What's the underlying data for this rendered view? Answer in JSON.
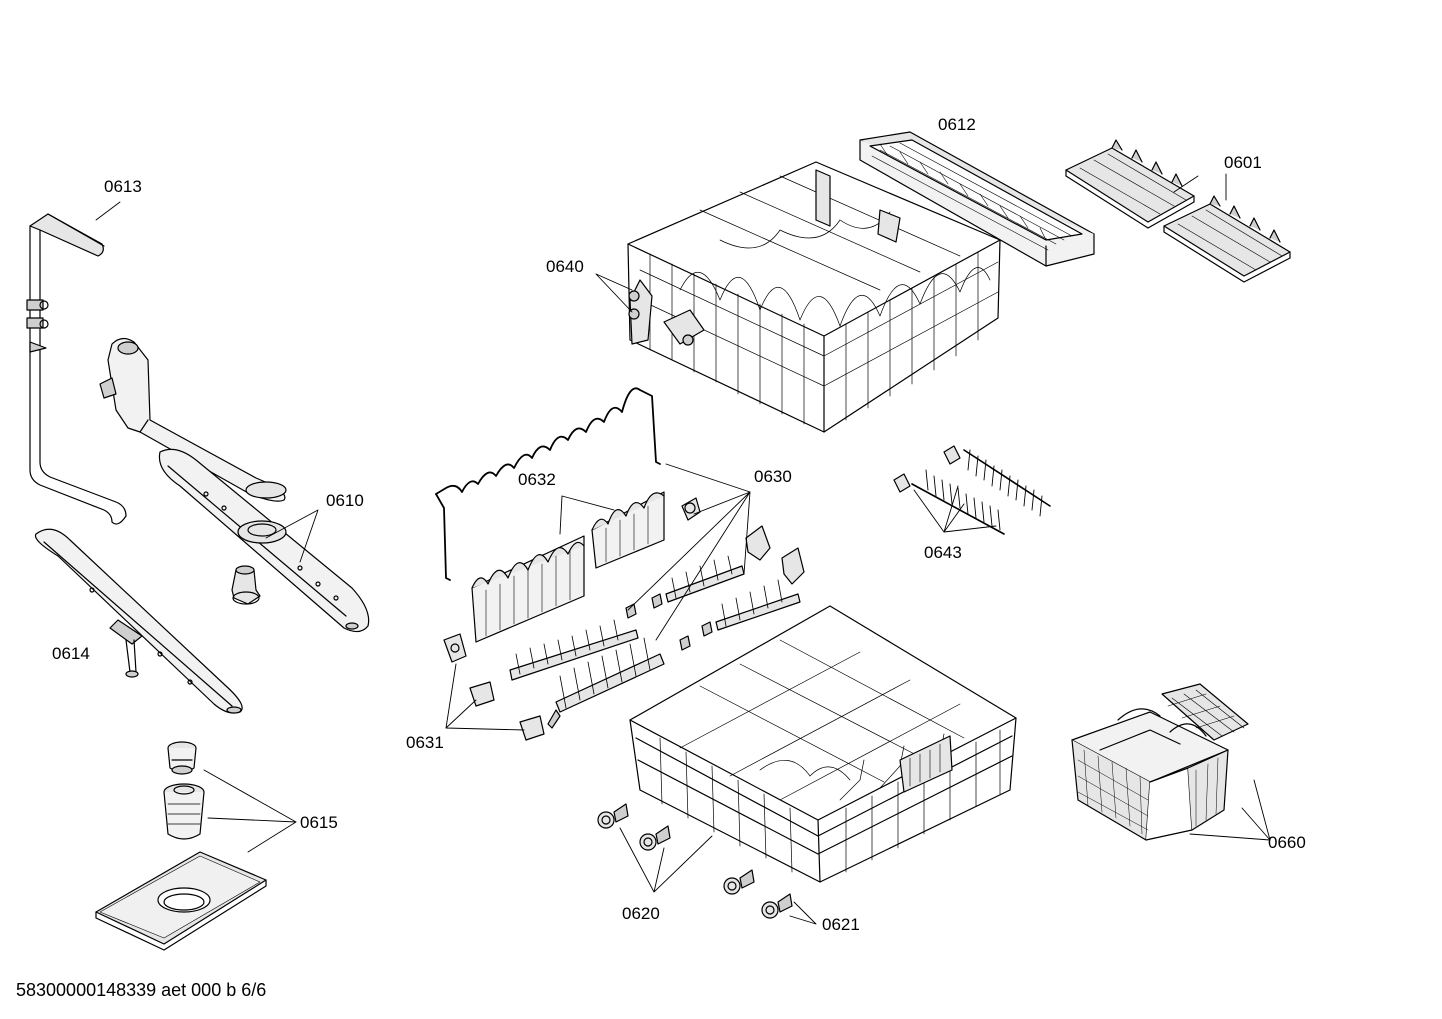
{
  "callouts": {
    "c0613": "0613",
    "c0612": "0612",
    "c0601": "0601",
    "c0640": "0640",
    "c0632": "0632",
    "c0630": "0630",
    "c0610": "0610",
    "c0643": "0643",
    "c0614": "0614",
    "c0631": "0631",
    "c0615": "0615",
    "c0660": "0660",
    "c0620": "0620",
    "c0621": "0621"
  },
  "footer": {
    "doc_id": "58300000148339 aet 000 b 6/6"
  },
  "colors": {
    "line": "#000000",
    "fill_light": "#e6e6e6",
    "fill_mid": "#cfcfcf",
    "background": "#ffffff"
  }
}
